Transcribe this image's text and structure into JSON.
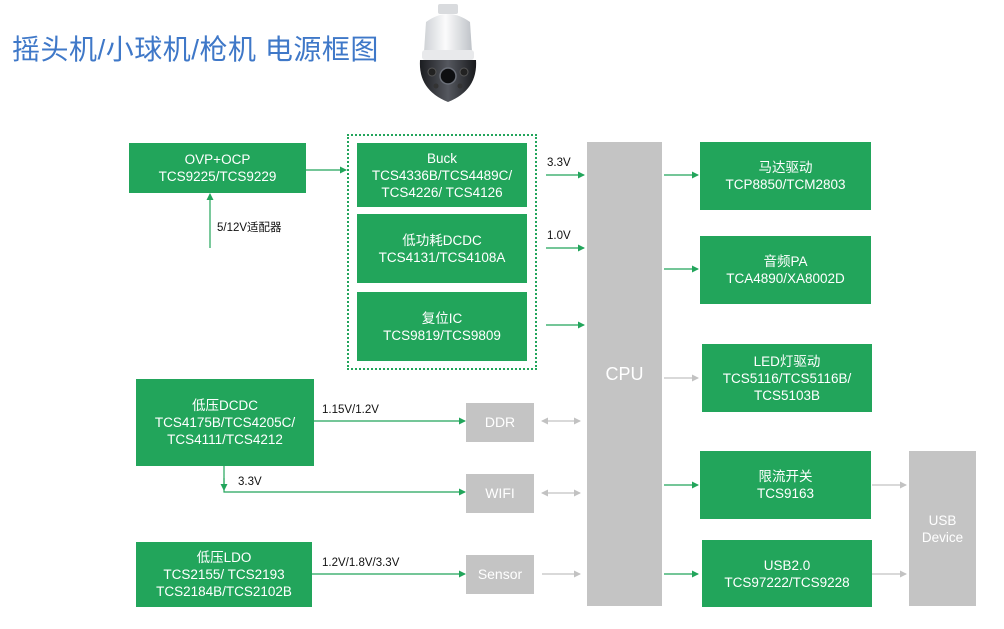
{
  "title": "摇头机/小球机/枪机 电源框图",
  "blocks": {
    "ovp": [
      "OVP+OCP",
      "TCS9225/TCS9229"
    ],
    "buck": [
      "Buck",
      "TCS4336B/TCS4489C/",
      "TCS4226/ TCS4126"
    ],
    "lp_dcdc": [
      "低功耗DCDC",
      "TCS4131/TCS4108A"
    ],
    "reset": [
      "复位IC",
      "TCS9819/TCS9809"
    ],
    "lv_dcdc": [
      "低压DCDC",
      "TCS4175B/TCS4205C/",
      "TCS4111/TCS4212"
    ],
    "lv_ldo": [
      "低压LDO",
      "TCS2155/ TCS2193",
      "TCS2184B/TCS2102B"
    ],
    "motor": [
      "马达驱动",
      "TCP8850/TCM2803"
    ],
    "audio": [
      "音频PA",
      "TCA4890/XA8002D"
    ],
    "led": [
      "LED灯驱动",
      "TCS5116/TCS5116B/",
      "TCS5103B"
    ],
    "limit": [
      "限流开关",
      "TCS9163"
    ],
    "usb2": [
      "USB2.0",
      "TCS97222/TCS9228"
    ],
    "cpu": "CPU",
    "ddr": "DDR",
    "wifi": "WIFI",
    "sensor": "Sensor",
    "usb_device": [
      "USB",
      "Device"
    ]
  },
  "labels": {
    "adapter": "5/12V适配器",
    "v33_top": "3.3V",
    "v10": "1.0V",
    "v115": "1.15V/1.2V",
    "v33_wifi": "3.3V",
    "v_sensor": "1.2V/1.8V/3.3V"
  },
  "colors": {
    "block_green": "#22a55b",
    "block_gray": "#c4c4c4",
    "title_blue": "#3f78c8"
  },
  "icons": {
    "camera": "ptz-dome-camera-icon"
  }
}
